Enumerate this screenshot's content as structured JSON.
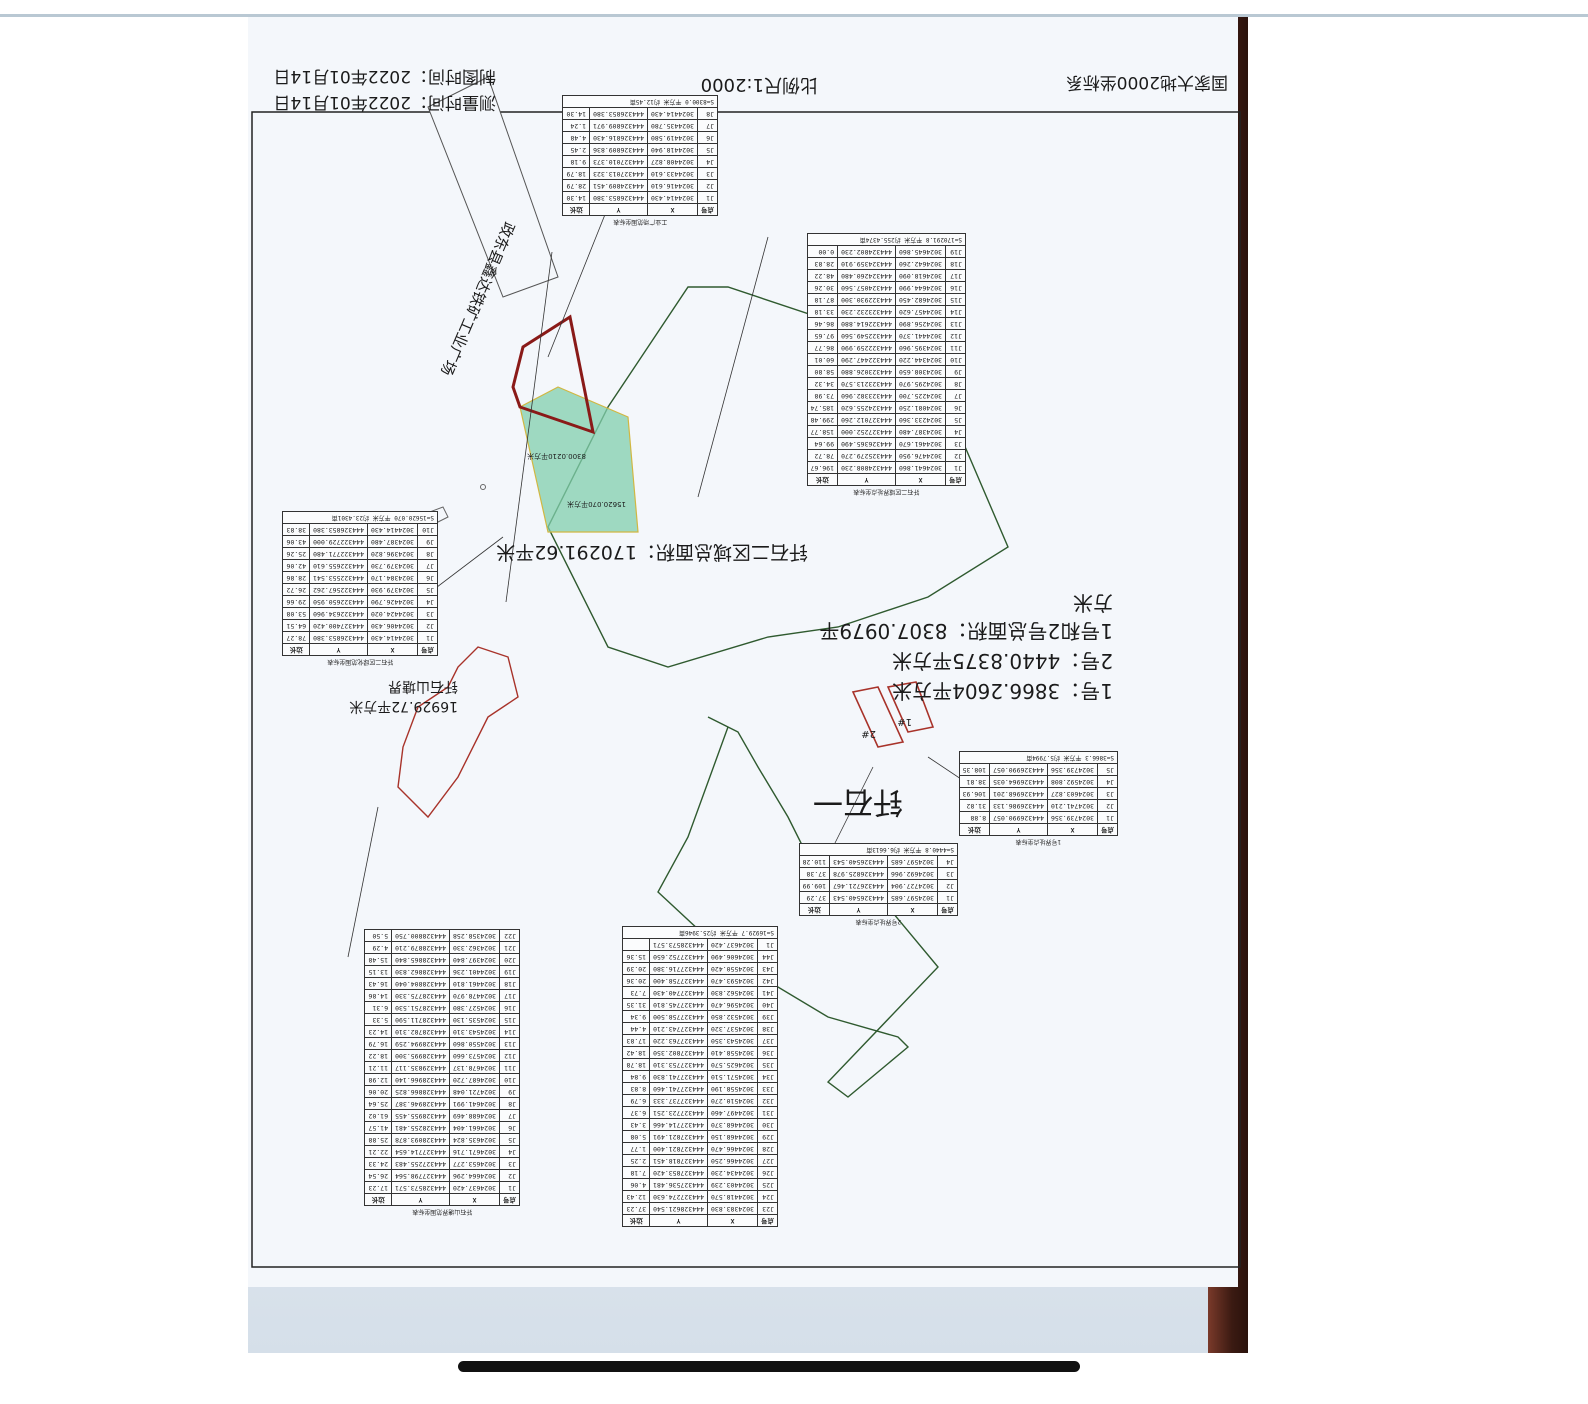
{
  "doc": {
    "coordinate_system": "国家大地2000坐标系",
    "scale": "比例尺1:2000",
    "survey_time": "测量时间：2022年01月14日",
    "mapping_time": "制图时间：2022年01月14日"
  },
  "areas": {
    "zone2_total": "钎石二区域总面积：170291.62平米",
    "zone1_label": "钎石一",
    "hill_label": "钎石山塘界",
    "hill_area": "16929.72平方米",
    "plot1": "1号：3866.2604平方米",
    "plot2": "2号：4440.8375平方米",
    "plot12_total_a": "1号和2号总面积：8307.0979平",
    "plot12_total_b": "方米",
    "factory_label": "政东县鑫达铁矿工业广场",
    "green_area": "15620.070平方米",
    "red_area": "8300.0210平方米",
    "tag1": "1#",
    "tag2": "2#"
  },
  "tables": {
    "head": {
      "no": "点号",
      "x": "X",
      "y": "Y",
      "len": "边长"
    },
    "zone2": {
      "title": "钎石二区域界址点坐标表",
      "rows": [
        {
          "no": "J1",
          "x": "3024641.860",
          "y": "444324808.230",
          "len": "196.67"
        },
        {
          "no": "J2",
          "x": "3024476.950",
          "y": "444325279.270",
          "len": "78.72"
        },
        {
          "no": "J3",
          "x": "3024461.670",
          "y": "444326365.490",
          "len": "99.64"
        },
        {
          "no": "J4",
          "x": "3024387.480",
          "y": "444327252.000",
          "len": "158.77"
        },
        {
          "no": "J5",
          "x": "3024233.360",
          "y": "444327012.260",
          "len": "299.48"
        },
        {
          "no": "J6",
          "x": "3024081.250",
          "y": "444324255.620",
          "len": "185.74"
        },
        {
          "no": "J7",
          "x": "3024225.700",
          "y": "444323382.960",
          "len": "73.98"
        },
        {
          "no": "J8",
          "x": "3024295.970",
          "y": "444323213.570",
          "len": "34.32"
        },
        {
          "no": "J9",
          "x": "3024308.650",
          "y": "444323026.880",
          "len": "58.80"
        },
        {
          "no": "J10",
          "x": "3024344.220",
          "y": "444322447.290",
          "len": "60.01"
        },
        {
          "no": "J11",
          "x": "3024395.960",
          "y": "444322259.990",
          "len": "86.77"
        },
        {
          "no": "J12",
          "x": "3024441.370",
          "y": "444322549.560",
          "len": "97.65"
        },
        {
          "no": "J13",
          "x": "3024256.890",
          "y": "444322614.880",
          "len": "86.46"
        },
        {
          "no": "J14",
          "x": "3024457.620",
          "y": "444323232.230",
          "len": "33.18"
        },
        {
          "no": "J15",
          "x": "3024682.450",
          "y": "444322930.300",
          "len": "87.18"
        },
        {
          "no": "J16",
          "x": "3024644.990",
          "y": "444324057.560",
          "len": "30.26"
        },
        {
          "no": "J17",
          "x": "3024618.090",
          "y": "444324260.480",
          "len": "48.22"
        },
        {
          "no": "J18",
          "x": "3024642.260",
          "y": "444324359.910",
          "len": "28.83"
        },
        {
          "no": "J19",
          "x": "3024645.860",
          "y": "444324802.230",
          "len": "0.00"
        }
      ],
      "total": "S=170291.8 平方米 约255.4374亩"
    },
    "green": {
      "title": "钎石二区绿化范围坐标表",
      "rows": [
        {
          "no": "J1",
          "x": "3024414.430",
          "y": "444326853.380",
          "len": "78.27"
        },
        {
          "no": "J2",
          "x": "3024406.430",
          "y": "444327400.420",
          "len": "64.51"
        },
        {
          "no": "J3",
          "x": "3024424.020",
          "y": "444322634.960",
          "len": "53.08"
        },
        {
          "no": "J4",
          "x": "3024426.790",
          "y": "444322650.950",
          "len": "29.66"
        },
        {
          "no": "J5",
          "x": "3024379.930",
          "y": "444322567.262",
          "len": "26.72"
        },
        {
          "no": "J6",
          "x": "3024384.170",
          "y": "444322553.541",
          "len": "28.86"
        },
        {
          "no": "J7",
          "x": "3024379.730",
          "y": "444322655.610",
          "len": "42.06"
        },
        {
          "no": "J8",
          "x": "3024396.820",
          "y": "444322771.480",
          "len": "25.26"
        },
        {
          "no": "J9",
          "x": "3024387.480",
          "y": "444322729.000",
          "len": "43.06"
        },
        {
          "no": "J10",
          "x": "3024414.430",
          "y": "444326853.380",
          "len": "38.83"
        }
      ],
      "total": "S=15620.070 平方米 约23.4301亩"
    },
    "red": {
      "title": "工业广场范围坐标表",
      "rows": [
        {
          "no": "J1",
          "x": "3024414.430",
          "y": "444326853.380",
          "len": "14.30"
        },
        {
          "no": "J2",
          "x": "3024416.610",
          "y": "444324809.451",
          "len": "28.79"
        },
        {
          "no": "J3",
          "x": "3024433.610",
          "y": "444327013.323",
          "len": "18.79"
        },
        {
          "no": "J4",
          "x": "3024408.827",
          "y": "444327010.373",
          "len": "9.18"
        },
        {
          "no": "J5",
          "x": "3024418.940",
          "y": "444326809.836",
          "len": "2.45"
        },
        {
          "no": "J6",
          "x": "3024419.580",
          "y": "444326816.430",
          "len": "4.48"
        },
        {
          "no": "J7",
          "x": "3024435.780",
          "y": "444326809.971",
          "len": "1.24"
        },
        {
          "no": "J8",
          "x": "3024414.430",
          "y": "444326853.380",
          "len": "14.30"
        }
      ],
      "total": "S=8300.0 平方米 约12.45亩"
    },
    "hill": {
      "title": "钎石山塘界范围坐标表",
      "rows": [
        {
          "no": "J1",
          "x": "3024637.420",
          "y": "444328573.571",
          "len": "17.23"
        },
        {
          "no": "J2",
          "x": "3024664.296",
          "y": "444327798.564",
          "len": "26.54"
        },
        {
          "no": "J3",
          "x": "3024653.277",
          "y": "444327255.483",
          "len": "24.33"
        },
        {
          "no": "J4",
          "x": "3024671.716",
          "y": "444327714.654",
          "len": "22.21"
        },
        {
          "no": "J5",
          "x": "3024635.824",
          "y": "444328093.878",
          "len": "25.88"
        },
        {
          "no": "J6",
          "x": "3024661.404",
          "y": "444328255.481",
          "len": "41.57"
        },
        {
          "no": "J7",
          "x": "3024688.469",
          "y": "444328955.455",
          "len": "61.02"
        },
        {
          "no": "J8",
          "x": "3024641.991",
          "y": "444328946.387",
          "len": "25.64"
        },
        {
          "no": "J9",
          "x": "3024721.048",
          "y": "444328866.825",
          "len": "20.06"
        },
        {
          "no": "J10",
          "x": "3024687.720",
          "y": "444328966.140",
          "len": "12.98"
        },
        {
          "no": "J11",
          "x": "3024678.137",
          "y": "444329835.117",
          "len": "11.21"
        },
        {
          "no": "J12",
          "x": "3024573.660",
          "y": "444328995.300",
          "len": "18.22"
        },
        {
          "no": "J13",
          "x": "3024550.860",
          "y": "444328994.259",
          "len": "16.79"
        },
        {
          "no": "J14",
          "x": "3024543.310",
          "y": "444328782.310",
          "len": "14.23"
        },
        {
          "no": "J15",
          "x": "3024535.130",
          "y": "444328711.590",
          "len": "5.33"
        },
        {
          "no": "J16",
          "x": "3024527.380",
          "y": "444328751.530",
          "len": "6.31"
        },
        {
          "no": "J17",
          "x": "3024478.970",
          "y": "444328775.330",
          "len": "14.86"
        },
        {
          "no": "J18",
          "x": "3024461.810",
          "y": "444328804.040",
          "len": "16.43"
        },
        {
          "no": "J19",
          "x": "3024401.236",
          "y": "444328862.830",
          "len": "13.15"
        },
        {
          "no": "J20",
          "x": "3024397.840",
          "y": "444328865.840",
          "len": "15.48"
        },
        {
          "no": "J21",
          "x": "3024362.330",
          "y": "444328879.210",
          "len": "4.29"
        },
        {
          "no": "J22",
          "x": "3024358.258",
          "y": "444328800.750",
          "len": "5.50"
        }
      ],
      "rows_b": [
        {
          "no": "J23",
          "x": "3024383.830",
          "y": "444328621.540",
          "len": "37.23"
        },
        {
          "no": "J24",
          "x": "3024418.570",
          "y": "444327274.630",
          "len": "12.43"
        },
        {
          "no": "J25",
          "x": "3024403.239",
          "y": "444327536.481",
          "len": "4.06"
        },
        {
          "no": "J26",
          "x": "3024434.230",
          "y": "444327853.420",
          "len": "7.18"
        },
        {
          "no": "J27",
          "x": "3024466.250",
          "y": "444327818.451",
          "len": "2.25"
        },
        {
          "no": "J28",
          "x": "3024466.470",
          "y": "444327821.400",
          "len": "1.77"
        },
        {
          "no": "J29",
          "x": "3024468.150",
          "y": "444327821.491",
          "len": "5.08"
        },
        {
          "no": "J30",
          "x": "3024468.370",
          "y": "444327714.466",
          "len": "3.43"
        },
        {
          "no": "J31",
          "x": "3024497.460",
          "y": "444327723.251",
          "len": "6.37"
        },
        {
          "no": "J32",
          "x": "3024510.270",
          "y": "444327737.333",
          "len": "6.79"
        },
        {
          "no": "J33",
          "x": "3024558.190",
          "y": "444327741.460",
          "len": "8.83"
        },
        {
          "no": "J34",
          "x": "3024571.510",
          "y": "444327741.830",
          "len": "9.84"
        },
        {
          "no": "J35",
          "x": "3024625.570",
          "y": "444327753.310",
          "len": "18.78"
        },
        {
          "no": "J36",
          "x": "3024558.410",
          "y": "444327802.350",
          "len": "18.42"
        },
        {
          "no": "J37",
          "x": "3024543.350",
          "y": "444327763.220",
          "len": "17.83"
        },
        {
          "no": "J38",
          "x": "3024537.320",
          "y": "444327743.210",
          "len": "4.44"
        },
        {
          "no": "J39",
          "x": "3024532.850",
          "y": "444327758.500",
          "len": "9.34"
        },
        {
          "no": "J40",
          "x": "3024596.470",
          "y": "444327745.810",
          "len": "31.35"
        },
        {
          "no": "J41",
          "x": "3024562.830",
          "y": "444327740.430",
          "len": "7.73"
        },
        {
          "no": "J42",
          "x": "3024593.470",
          "y": "444327758.400",
          "len": "20.36"
        },
        {
          "no": "J43",
          "x": "3024550.420",
          "y": "444327716.380",
          "len": "20.39"
        },
        {
          "no": "J44",
          "x": "3024606.490",
          "y": "444327752.650",
          "len": "15.36"
        },
        {
          "no": "J1",
          "x": "3024637.420",
          "y": "444328573.571",
          "len": ""
        }
      ],
      "total": "S=16929.7 平方米 约25.3946亩"
    },
    "plot1": {
      "title": "1号界址点坐标表",
      "rows": [
        {
          "no": "J1",
          "x": "3024739.356",
          "y": "444326990.057",
          "len": "8.88"
        },
        {
          "no": "J2",
          "x": "3024741.210",
          "y": "444326986.133",
          "len": "31.82"
        },
        {
          "no": "J3",
          "x": "3024603.827",
          "y": "444326968.201",
          "len": "106.93"
        },
        {
          "no": "J4",
          "x": "3024592.808",
          "y": "444326964.035",
          "len": "38.81"
        },
        {
          "no": "J5",
          "x": "3024739.356",
          "y": "444326990.057",
          "len": "108.35"
        }
      ],
      "total": "S=3866.3 平方米 约5.7994亩"
    },
    "plot2": {
      "title": "2号界址点坐标表",
      "rows": [
        {
          "no": "J1",
          "x": "3024597.685",
          "y": "444326540.543",
          "len": "37.29"
        },
        {
          "no": "J2",
          "x": "3024727.904",
          "y": "444326721.467",
          "len": "109.99"
        },
        {
          "no": "J3",
          "x": "3024692.966",
          "y": "444326825.978",
          "len": "37.38"
        },
        {
          "no": "J4",
          "x": "3024597.685",
          "y": "444326540.543",
          "len": "110.28"
        }
      ],
      "total": "S=4440.8 平方米 约6.6613亩"
    }
  },
  "colors": {
    "boundary_green": "#2f5a2f",
    "boundary_red": "#a8332a",
    "dark_red": "#8a1a18",
    "fill_green": "#82cfae"
  }
}
